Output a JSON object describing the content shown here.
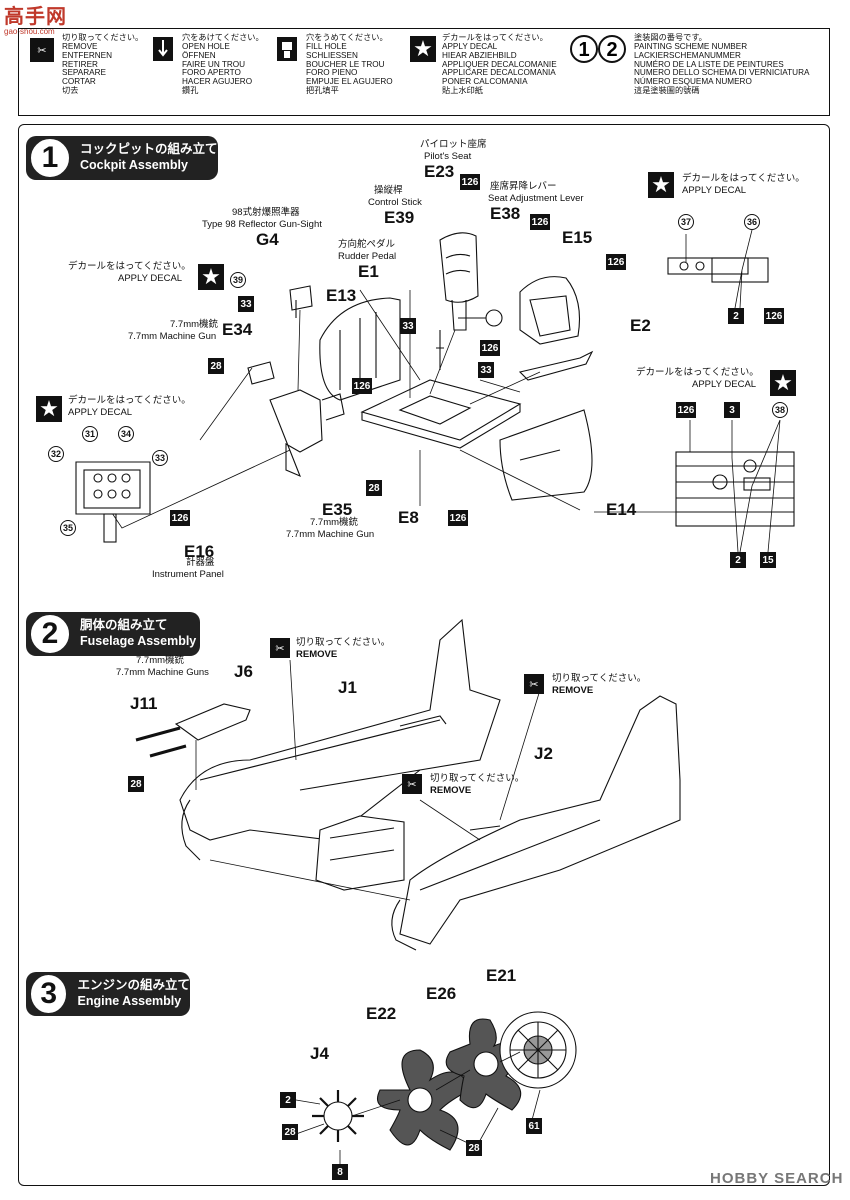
{
  "watermark": {
    "title": "高手网",
    "sub": "gao-shou.com"
  },
  "footer": "HOBBY SEARCH",
  "legend": {
    "remove": "切り取ってください。\nREMOVE\nENTFERNEN\nRETIRER\nSEPARARE\nCORTAR\n切去",
    "open_hole": "穴をあけてください。\nOPEN HOLE\nÖFFNEN\nFAIRE UN TROU\nFORO APERTO\nHACER AGUJERO\n鑽孔",
    "fill_hole": "穴をうめてください。\nFILL HOLE\nSCHLIESSEN\nBOUCHER LE TROU\nFORO PIENO\nEMPUJE EL AGUJERO\n把孔填平",
    "apply_decal": "デカールをはってください。\nAPPLY DECAL\nHIEAR ABZIEHBILD\nAPPLIQUER DECALCOMANIE\nAPPLICARE DECALCOMANIA\nPONER CALCOMANIA\n貼上水印紙",
    "scheme": "塗装図の番号です。\nPAINTING SCHEME NUMBER\nLACKIERSCHEMANUMMER\nNUMÉRO DE LA LISTE DE PEINTURES\nNUMERO DELLO SCHEMA DI VERNICIATURA\nNÚMERO ESQUEMA NUMERO\n這是塗裝圖的號碼"
  },
  "steps": {
    "s1": {
      "num": "1",
      "title": "コックピットの組み立て\nCockpit Assembly"
    },
    "s2": {
      "num": "2",
      "title": "胴体の組み立て\nFuselage Assembly"
    },
    "s3": {
      "num": "3",
      "title": "エンジンの組み立て\nEngine Assembly"
    }
  },
  "labels": {
    "pilot_seat_jp": "パイロット座席",
    "pilot_seat": "Pilot's Seat",
    "stick_jp": "操縦桿",
    "stick": "Control Stick",
    "lever_jp": "座席昇降レバー",
    "lever": "Seat Adjustment Lever",
    "sight_jp": "98式射爆照準器",
    "sight": "Type 98 Reflector Gun-Sight",
    "pedal_jp": "方向舵ペダル",
    "pedal": "Rudder Pedal",
    "mg_jp": "7.7mm機銃",
    "mg": "7.7mm Machine Gun",
    "mgs": "7.7mm Machine Guns",
    "panel_jp": "計器盤",
    "panel": "Instrument Panel",
    "decal_jp": "デカールをはってください。",
    "decal": "APPLY DECAL",
    "remove_jp": "切り取ってください。",
    "remove": "REMOVE"
  },
  "parts": [
    "E23",
    "E39",
    "E38",
    "E15",
    "G4",
    "E1",
    "E13",
    "E34",
    "E2",
    "E35",
    "E8",
    "E14",
    "E16",
    "J6",
    "J1",
    "J11",
    "J2",
    "J4",
    "E22",
    "E26",
    "E21"
  ],
  "numbers": [
    "126",
    "33",
    "28",
    "2",
    "3",
    "15",
    "8",
    "61"
  ],
  "decals": [
    "39",
    "37",
    "36",
    "38",
    "31",
    "34",
    "32",
    "33",
    "35"
  ]
}
